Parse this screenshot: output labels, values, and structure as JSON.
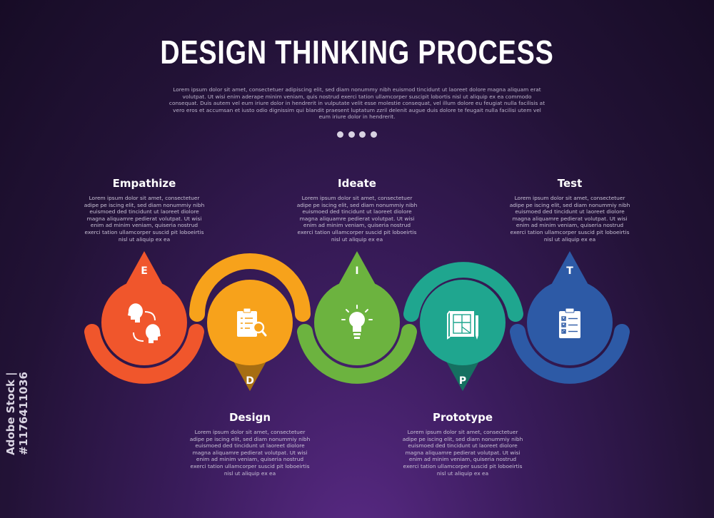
{
  "title": "DESIGN THINKING PROCESS",
  "intro": "Lorem ipsum dolor sit amet, consectetuer adipiscing elit, sed diam nonummy nibh euismod tincidunt ut laoreet dolore magna aliquam erat volutpat. Ut wisi enim aderape minim veniam, quis nostrud exerci tation ullamcorper suscipit lobortis nisl ut aliquip ex ea commodo consequat. Duis autem vel eum iriure dolor in hendrerit in vulputate velit esse molestie consequat, vel illum dolore eu feugiat nulla facilisis at vero eros et accumsan et iusto odio dignissim qui blandit praesent luptatum zzril delenit augue duis dolore te feugait nulla facilisi utem vel eum iriure dolor in hendrerit.",
  "steps": [
    {
      "letter": "E",
      "name": "Empathize",
      "color": "#f0562c",
      "icon": "empathy-icon",
      "desc": "Lorem ipsum dolor sit amet, consectetuer adipe pe iscing elit, sed diam nonummiy nibh euismoed ded tincidunt ut laoreet diolore magna aliquamre pedierat volutpat. Ut wisi enim ad minim veniam, quiseria nostrud exerci tation ullamcorper suscid pit loboeirtis nisl ut aliquip ex ea"
    },
    {
      "letter": "D",
      "name": "Design",
      "color": "#f7a21b",
      "icon": "checklist-search-icon",
      "desc": "Lorem ipsum dolor sit amet, consectetuer adipe pe iscing elit, sed diam nonummiy nibh euismoed ded tincidunt ut laoreet diolore magna aliquamre pedierat volutpat. Ut wisi enim ad minim veniam, quiseria nostrud exerci tation ullamcorper suscid pit loboeirtis nisl ut aliquip ex ea"
    },
    {
      "letter": "I",
      "name": "Ideate",
      "color": "#6cb33f",
      "icon": "lightbulb-icon",
      "desc": "Lorem ipsum dolor sit amet, consectetuer adipe pe iscing elit, sed diam nonummiy nibh euismoed ded tincidunt ut laoreet diolore magna aliquamre pedierat volutpat. Ut wisi enim ad minim veniam, quiseria nostrud exerci tation ullamcorper suscid pit loboeirtis nisl ut aliquip ex ea"
    },
    {
      "letter": "P",
      "name": "Prototype",
      "color": "#1fa68f",
      "icon": "blueprint-icon",
      "desc": "Lorem ipsum dolor sit amet, consectetuer adipe pe iscing elit, sed diam nonummiy nibh euismoed ded tincidunt ut laoreet diolore magna aliquamre pedierat volutpat. Ut wisi enim ad minim veniam, quiseria nostrud exerci tation ullamcorper suscid pit loboeirtis nisl ut aliquip ex ea"
    },
    {
      "letter": "T",
      "name": "Test",
      "color": "#2d5aa6",
      "icon": "test-checklist-icon",
      "desc": "Lorem ipsum dolor sit amet, consectetuer adipe pe iscing elit, sed diam nonummiy nibh euismoed ded tincidunt ut laoreet diolore magna aliquamre pedierat volutpat. Ut wisi enim ad minim veniam, quiseria nostrud exerci tation ullamcorper suscid pit loboeirtis nisl ut aliquip ex ea"
    }
  ],
  "watermark": "Adobe Stock | #1176411036"
}
